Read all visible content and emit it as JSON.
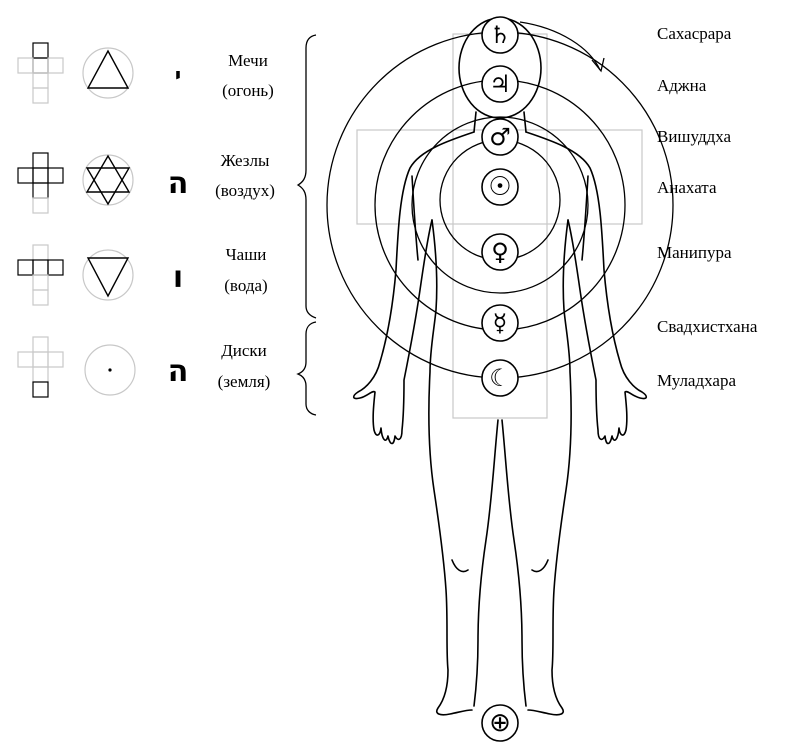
{
  "elements": [
    {
      "name": "swords",
      "title": "Мечи",
      "subtitle": "(огонь)",
      "hebrew": "י"
    },
    {
      "name": "wands",
      "title": "Жезлы",
      "subtitle": "(воздух)",
      "hebrew": "ה"
    },
    {
      "name": "cups",
      "title": "Чаши",
      "subtitle": "(вода)",
      "hebrew": "ו"
    },
    {
      "name": "disks",
      "title": "Диски",
      "subtitle": "(земля)",
      "hebrew": "ה"
    }
  ],
  "chakras": [
    {
      "name": "sahasrara",
      "label": "Сахасрара",
      "planet": "♄",
      "icon": "saturn-icon"
    },
    {
      "name": "ajna",
      "label": "Аджна",
      "planet": "♃",
      "icon": "jupiter-icon"
    },
    {
      "name": "vishuddha",
      "label": "Вишуддха",
      "planet": "♂",
      "icon": "mars-icon"
    },
    {
      "name": "anahata",
      "label": "Анахата",
      "planet": "☉",
      "icon": "sun-icon"
    },
    {
      "name": "manipura",
      "label": "Манипура",
      "planet": "♀",
      "icon": "venus-icon"
    },
    {
      "name": "svadhisthana",
      "label": "Свадхистхана",
      "planet": "☿",
      "icon": "mercury-icon"
    },
    {
      "name": "muladhara",
      "label": "Муладхара",
      "planet": "☾",
      "icon": "moon-icon"
    }
  ],
  "earth_symbol": {
    "planet": "⊕",
    "icon": "earth-icon"
  },
  "colors": {
    "line": "#000000",
    "faint": "#c8c8c8"
  }
}
